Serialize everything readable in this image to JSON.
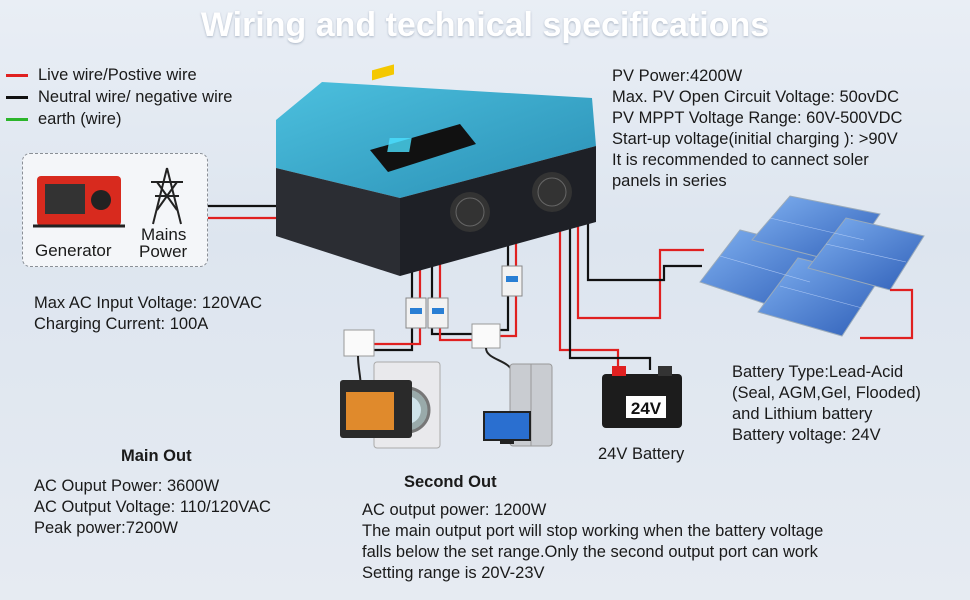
{
  "title": "Wiring and technical specifications",
  "legend": [
    {
      "label": "Live wire/Postive wire",
      "color": "#e02020"
    },
    {
      "label": "Neutral wire/ negative wire",
      "color": "#111111"
    },
    {
      "label": "earth (wire)",
      "color": "#2bb52b"
    }
  ],
  "pv": {
    "lines": [
      "PV Power:4200W",
      "Max. PV Open Circuit Voltage: 50ovDC",
      "PV MPPT Voltage Range: 60V-500VDC",
      "Start-up voltage(initial charging ): >90V",
      "It is recommended to cannect soler",
      "panels in series"
    ]
  },
  "generator_box": {
    "generator": "Generator",
    "mains_1": "Mains",
    "mains_2": "Power"
  },
  "ac_input": {
    "lines": [
      "Max AC Input Voltage: 120VAC",
      "Charging Current: 100A"
    ]
  },
  "battery": {
    "label": "24V Battery",
    "badge": "24V",
    "lines": [
      "Battery Type:Lead-Acid",
      "(Seal, AGM,Gel, Flooded)",
      "and Lithium battery",
      "Battery voltage: 24V"
    ]
  },
  "main_out": {
    "title": "Main Out",
    "lines": [
      "AC Ouput Power: 3600W",
      "AC Output Voltage: 110/120VAC",
      "Peak power:7200W"
    ]
  },
  "second_out": {
    "title": "Second Out",
    "lines": [
      "AC output power: 1200W",
      "The main output port will stop working when the battery voltage",
      "falls below the set range.Only the second output port can work",
      "Setting range is 20V-23V"
    ]
  },
  "colors": {
    "inverter_top": "#3aa8c9",
    "live": "#e02020",
    "neutral": "#111111",
    "earth": "#2bb52b",
    "panel": "#3b72c8"
  }
}
